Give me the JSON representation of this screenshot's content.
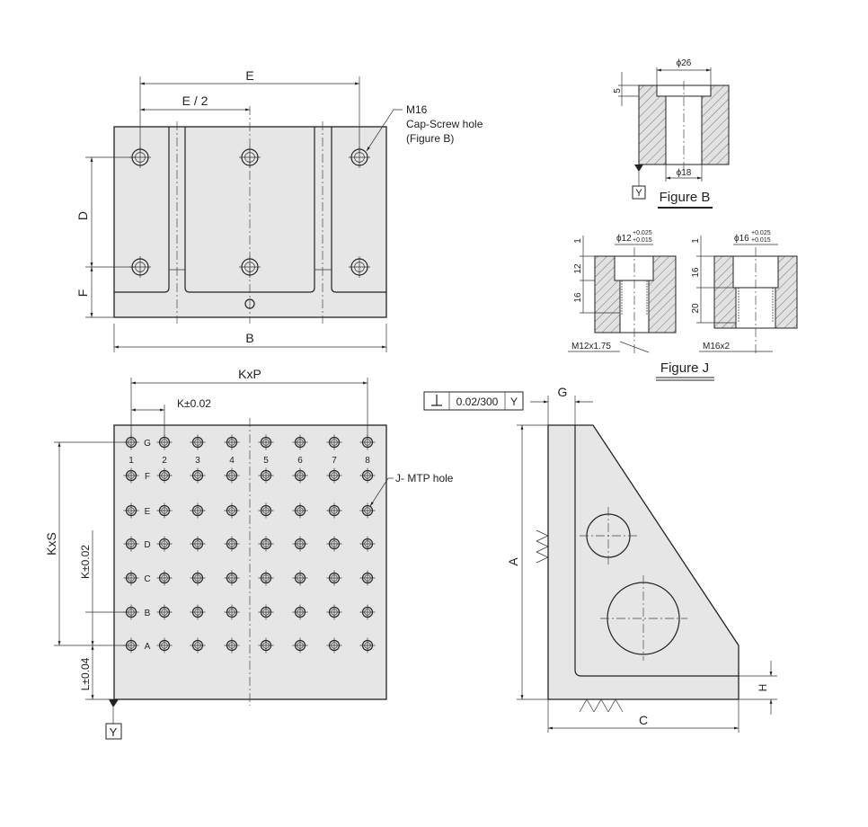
{
  "top_view": {
    "dim_e": "E",
    "dim_e_half": "E / 2",
    "dim_d": "D",
    "dim_f": "F",
    "dim_b": "B",
    "callout": [
      "M16",
      "Cap-Screw hole",
      "(Figure B)"
    ]
  },
  "figure_b": {
    "title": "Figure B",
    "dia_top": "ϕ26",
    "dia_bottom": "ϕ18",
    "depth": "5",
    "datum": "Y"
  },
  "figure_j": {
    "title": "Figure J",
    "left": {
      "dia": "ϕ12",
      "tol_upper": "+0.025",
      "tol_lower": "+0.015",
      "top": "1",
      "counterbore": "12",
      "thread_depth": "16",
      "thread": "M12x1.75"
    },
    "right": {
      "dia": "ϕ16",
      "tol_upper": "+0.025",
      "tol_lower": "+0.015",
      "top": "1",
      "counterbore": "16",
      "thread_depth": "20",
      "thread": "M16x2"
    }
  },
  "front_view": {
    "dim_kxp": "KxP",
    "dim_k": "K±0.02",
    "dim_kxs": "KxS",
    "dim_k_vert": "K±0.02",
    "dim_l": "L±0.04",
    "datum": "Y",
    "callout": "J- MTP hole",
    "rows": [
      "G",
      "F",
      "E",
      "D",
      "C",
      "B",
      "A"
    ],
    "cols": [
      "1",
      "2",
      "3",
      "4",
      "5",
      "6",
      "7",
      "8"
    ]
  },
  "side_view": {
    "tolerance_value": "0.02/300",
    "tolerance_datum": "Y",
    "dim_g": "G",
    "dim_a": "A",
    "dim_c": "C",
    "dim_h": "H"
  }
}
